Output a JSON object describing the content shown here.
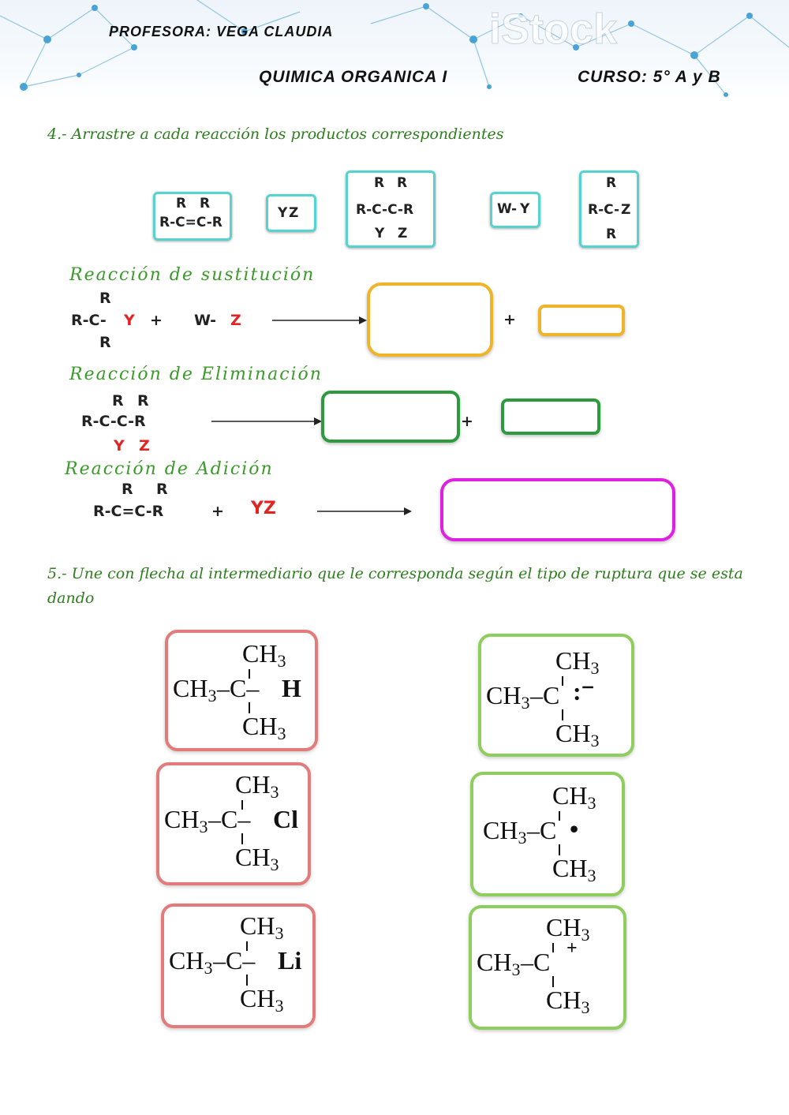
{
  "header": {
    "teacher": "PROFESORA: VEGA CLAUDIA",
    "course_title": "QUIMICA ORGANICA I",
    "course_label": "CURSO: 5° A y B",
    "watermark": "iStock"
  },
  "question4": {
    "text": "4.- Arrastre a cada reacción los productos correspondientes",
    "draggables": {
      "alkene": {
        "r1": "R",
        "r2": "R",
        "main": "R-C=C-R"
      },
      "yz": {
        "y": "Y",
        "z": "Z"
      },
      "dihalide": {
        "r1": "R",
        "r2": "R",
        "main": "R-C-C-R",
        "y": "Y",
        "z": "Z"
      },
      "wy": {
        "w": "W-",
        "y": "Y"
      },
      "substituted": {
        "top": "R",
        "main": "R-C-",
        "z": "Z",
        "bottom": "R"
      }
    },
    "reactions": {
      "sustitucion": {
        "title": "Reacción de sustitución",
        "reagent_top": "R",
        "reagent_main": "R-C-",
        "reagent_y": "Y",
        "reagent_bottom": "R",
        "plus1": "+",
        "w": "W-",
        "z": "Z",
        "plus2": "+"
      },
      "eliminacion": {
        "title": "Reacción de Eliminación",
        "r1": "R",
        "r2": "R",
        "main": "R-C-C-R",
        "y": "Y",
        "z": "Z",
        "plus": "+"
      },
      "adicion": {
        "title": "Reacción de Adición",
        "r1": "R",
        "r2": "R",
        "main": "R-C=C-R",
        "plus": "+",
        "yz": "YZ"
      }
    },
    "colors": {
      "cyan": "#56d3cf",
      "orange": "#f0b429",
      "green": "#2e9a3e",
      "magenta": "#e020e0"
    }
  },
  "question5": {
    "text": "5.- Une con flecha al intermediario que le corresponda según el tipo de ruptura que se esta dando",
    "left": [
      {
        "top": "CH",
        "top_sub": "3",
        "left": "CH",
        "left_sub": "3",
        "center": "–C–",
        "sub": "H",
        "bottom": "CH",
        "bottom_sub": "3"
      },
      {
        "top": "CH",
        "top_sub": "3",
        "left": "CH",
        "left_sub": "3",
        "center": "–C–",
        "sub": "Cl",
        "bottom": "CH",
        "bottom_sub": "3"
      },
      {
        "top": "CH",
        "top_sub": "3",
        "left": "CH",
        "left_sub": "3",
        "center": "–C–",
        "sub": "Li",
        "bottom": "CH",
        "bottom_sub": "3"
      }
    ],
    "right": [
      {
        "top": "CH",
        "top_sub": "3",
        "left": "CH",
        "left_sub": "3",
        "center": "–C",
        "mark": ":⁻",
        "bottom": "CH",
        "bottom_sub": "3"
      },
      {
        "top": "CH",
        "top_sub": "3",
        "left": "CH",
        "left_sub": "3",
        "center": "–C",
        "mark": "•",
        "bottom": "CH",
        "bottom_sub": "3"
      },
      {
        "top": "CH",
        "top_sub": "3",
        "left": "CH",
        "left_sub": "3",
        "center": "–C",
        "mark": "+",
        "bottom": "CH",
        "bottom_sub": "3"
      }
    ]
  }
}
